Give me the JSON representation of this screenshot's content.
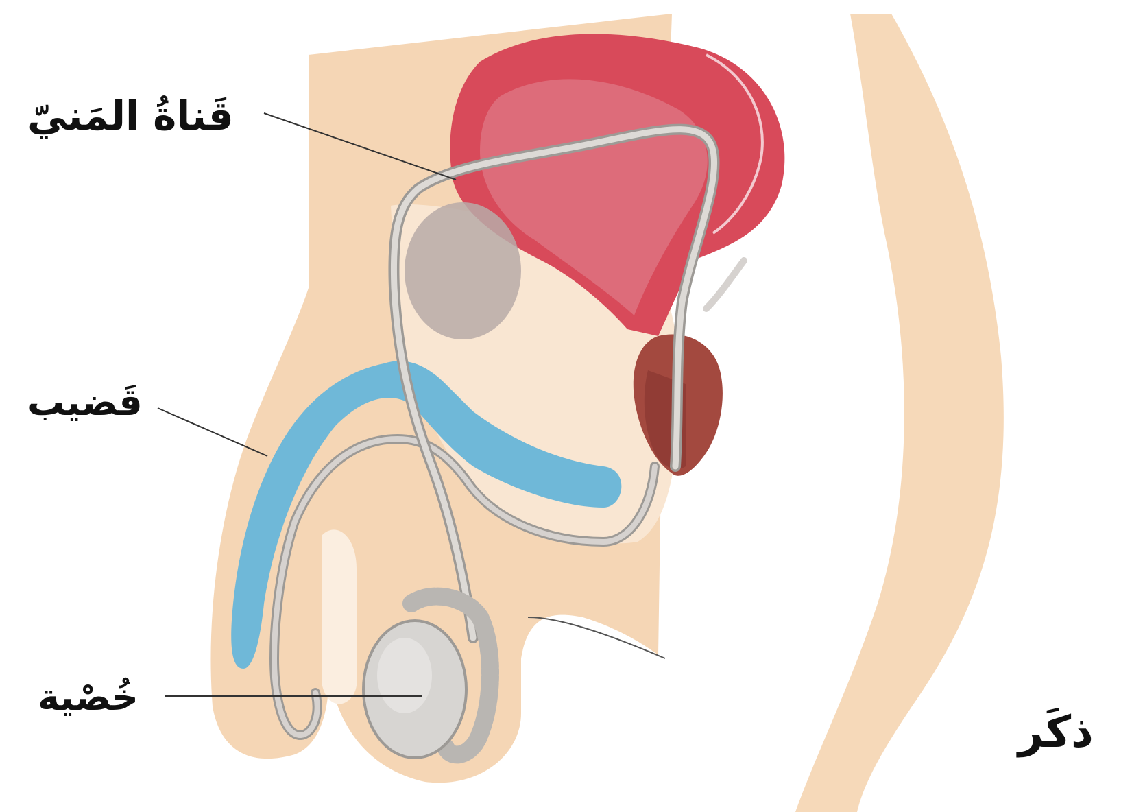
{
  "labels": {
    "vas_deferens": "قَناةُ المَنيّ",
    "penis": "قَضيب",
    "testis": "خُصْية",
    "title": "ذكَر"
  },
  "colors": {
    "skin": "#f4d2ad",
    "skin_light": "#f9e6d2",
    "bladder": "#d84a5a",
    "bladder_inner": "#e07a88",
    "urethra_blue": "#6fb8d8",
    "duct_gray": "#c9c7c4",
    "prostate": "#a3493f",
    "testis": "#d7d5d2",
    "rectum_gray": "#b8aaa8"
  },
  "icons": {
    "bladder": "bladder-shape",
    "testis": "testis-shape"
  }
}
